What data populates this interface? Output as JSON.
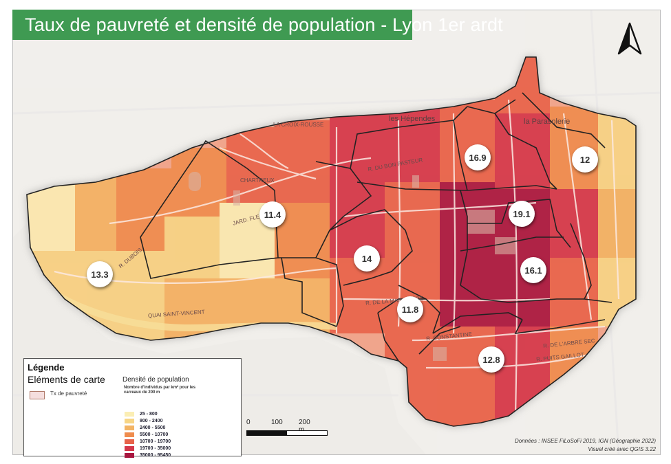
{
  "title": "Taux de pauvreté et densité de population - Lyon 1er ardt",
  "map_labels": [
    {
      "name": "label-16-9",
      "value": "16.9"
    },
    {
      "name": "label-12",
      "value": "12"
    },
    {
      "name": "label-11-4",
      "value": "11.4"
    },
    {
      "name": "label-19-1",
      "value": "19.1"
    },
    {
      "name": "label-14",
      "value": "14"
    },
    {
      "name": "label-13-3",
      "value": "13.3"
    },
    {
      "name": "label-16-1",
      "value": "16.1"
    },
    {
      "name": "label-11-8",
      "value": "11.8"
    },
    {
      "name": "label-12-8",
      "value": "12.8"
    }
  ],
  "place_names": {
    "hependes": "les Hépendes",
    "parasolerie": "la Parasolerie"
  },
  "streets": {
    "croix_rousse": "LA CROIX-ROUSSE",
    "chartreux": "CHARTREUX",
    "bon_pasteur": "R. DU BON PASTEUR",
    "flesselles": "JARD. FLESSELLES",
    "quai_st_vincent": "QUAI SAINT-VINCENT",
    "martiniere": "R. DE LA MARTINIÈRE",
    "constantine": "R. CONSTANTINE",
    "arbre_sec": "R. DE L'ARBRE SEC",
    "puits_gaillot": "R. PUITS GAILLOT",
    "dubois": "R. DUBOIS"
  },
  "legend": {
    "title": "Légende",
    "subtitle": "Eléments de carte",
    "tx_label": "Tx de pauvreté",
    "density_title": "Densité de population",
    "density_subtitle": "Nombre d'individus par km² pour les carreaux de 200 m",
    "classes": [
      {
        "label": "25 - 800",
        "color": "#fbeeb4"
      },
      {
        "label": "800 - 2400",
        "color": "#f7d585"
      },
      {
        "label": "2400 - 5500",
        "color": "#f3b464"
      },
      {
        "label": "5500 - 10700",
        "color": "#ef8c4d"
      },
      {
        "label": "10700 - 19700",
        "color": "#e8634a"
      },
      {
        "label": "19700 - 35000",
        "color": "#d4374a"
      },
      {
        "label": "35000 - 95450",
        "color": "#a8163f"
      }
    ]
  },
  "scale": {
    "labels": [
      "0",
      "100",
      "200 m"
    ]
  },
  "credits": {
    "line1": "Données : INSEE FiLoSoFi 2019, IGN (Géographie 2022)",
    "line2": "Visuel créé avec QGIS 3.22"
  },
  "colors": {
    "banner": "#3f9a52",
    "boundary": "#222222"
  }
}
